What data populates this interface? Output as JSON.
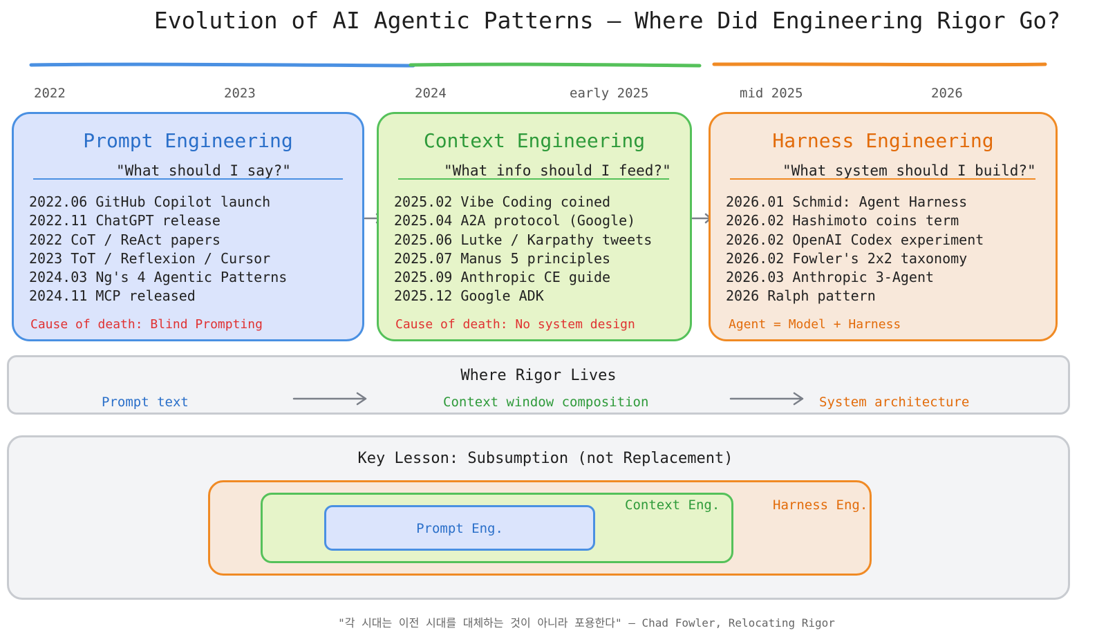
{
  "title": "Evolution of AI Agentic Patterns – Where Did Engineering Rigor Go?",
  "timeline": {
    "years": [
      "2022",
      "2023",
      "2024",
      "early 2025",
      "mid 2025",
      "2026"
    ],
    "colors": {
      "prompt": "#4a90e2",
      "context": "#55c15a",
      "harness": "#f08a24"
    }
  },
  "eras": {
    "prompt": {
      "title": "Prompt Engineering",
      "question": "\"What should I say?\"",
      "events": [
        "2022.06 GitHub Copilot launch",
        "2022.11 ChatGPT release",
        "2022 CoT / ReAct papers",
        "2023 ToT / Reflexion / Cursor",
        "2024.03 Ng's 4 Agentic Patterns",
        "2024.11 MCP released"
      ],
      "footer": "Cause of death: Blind Prompting"
    },
    "context": {
      "title": "Context Engineering",
      "question": "\"What info should I feed?\"",
      "events": [
        "2025.02 Vibe Coding coined",
        "2025.04 A2A protocol (Google)",
        "2025.06 Lutke / Karpathy tweets",
        "2025.07 Manus 5 principles",
        "2025.09 Anthropic CE guide",
        "2025.12 Google ADK"
      ],
      "footer": "Cause of death: No system design"
    },
    "harness": {
      "title": "Harness Engineering",
      "question": "\"What system should I build?\"",
      "events": [
        "2026.01 Schmid: Agent Harness",
        "2026.02 Hashimoto coins term",
        "2026.02 OpenAI Codex experiment",
        "2026.02 Fowler's 2x2 taxonomy",
        "2026.03 Anthropic 3-Agent",
        "2026 Ralph pattern"
      ],
      "footer": "Agent = Model + Harness"
    }
  },
  "rigor": {
    "title": "Where Rigor Lives",
    "prompt": "Prompt text",
    "context": "Context window composition",
    "harness": "System architecture"
  },
  "lesson": {
    "title": "Key Lesson: Subsumption (not Replacement)",
    "harness_label": "Harness Eng.",
    "context_label": "Context Eng.",
    "prompt_label": "Prompt Eng."
  },
  "quote": "\"각 시대는 이전 시대를 대체하는 것이 아니라 포용한다\" – Chad Fowler, Relocating Rigor"
}
